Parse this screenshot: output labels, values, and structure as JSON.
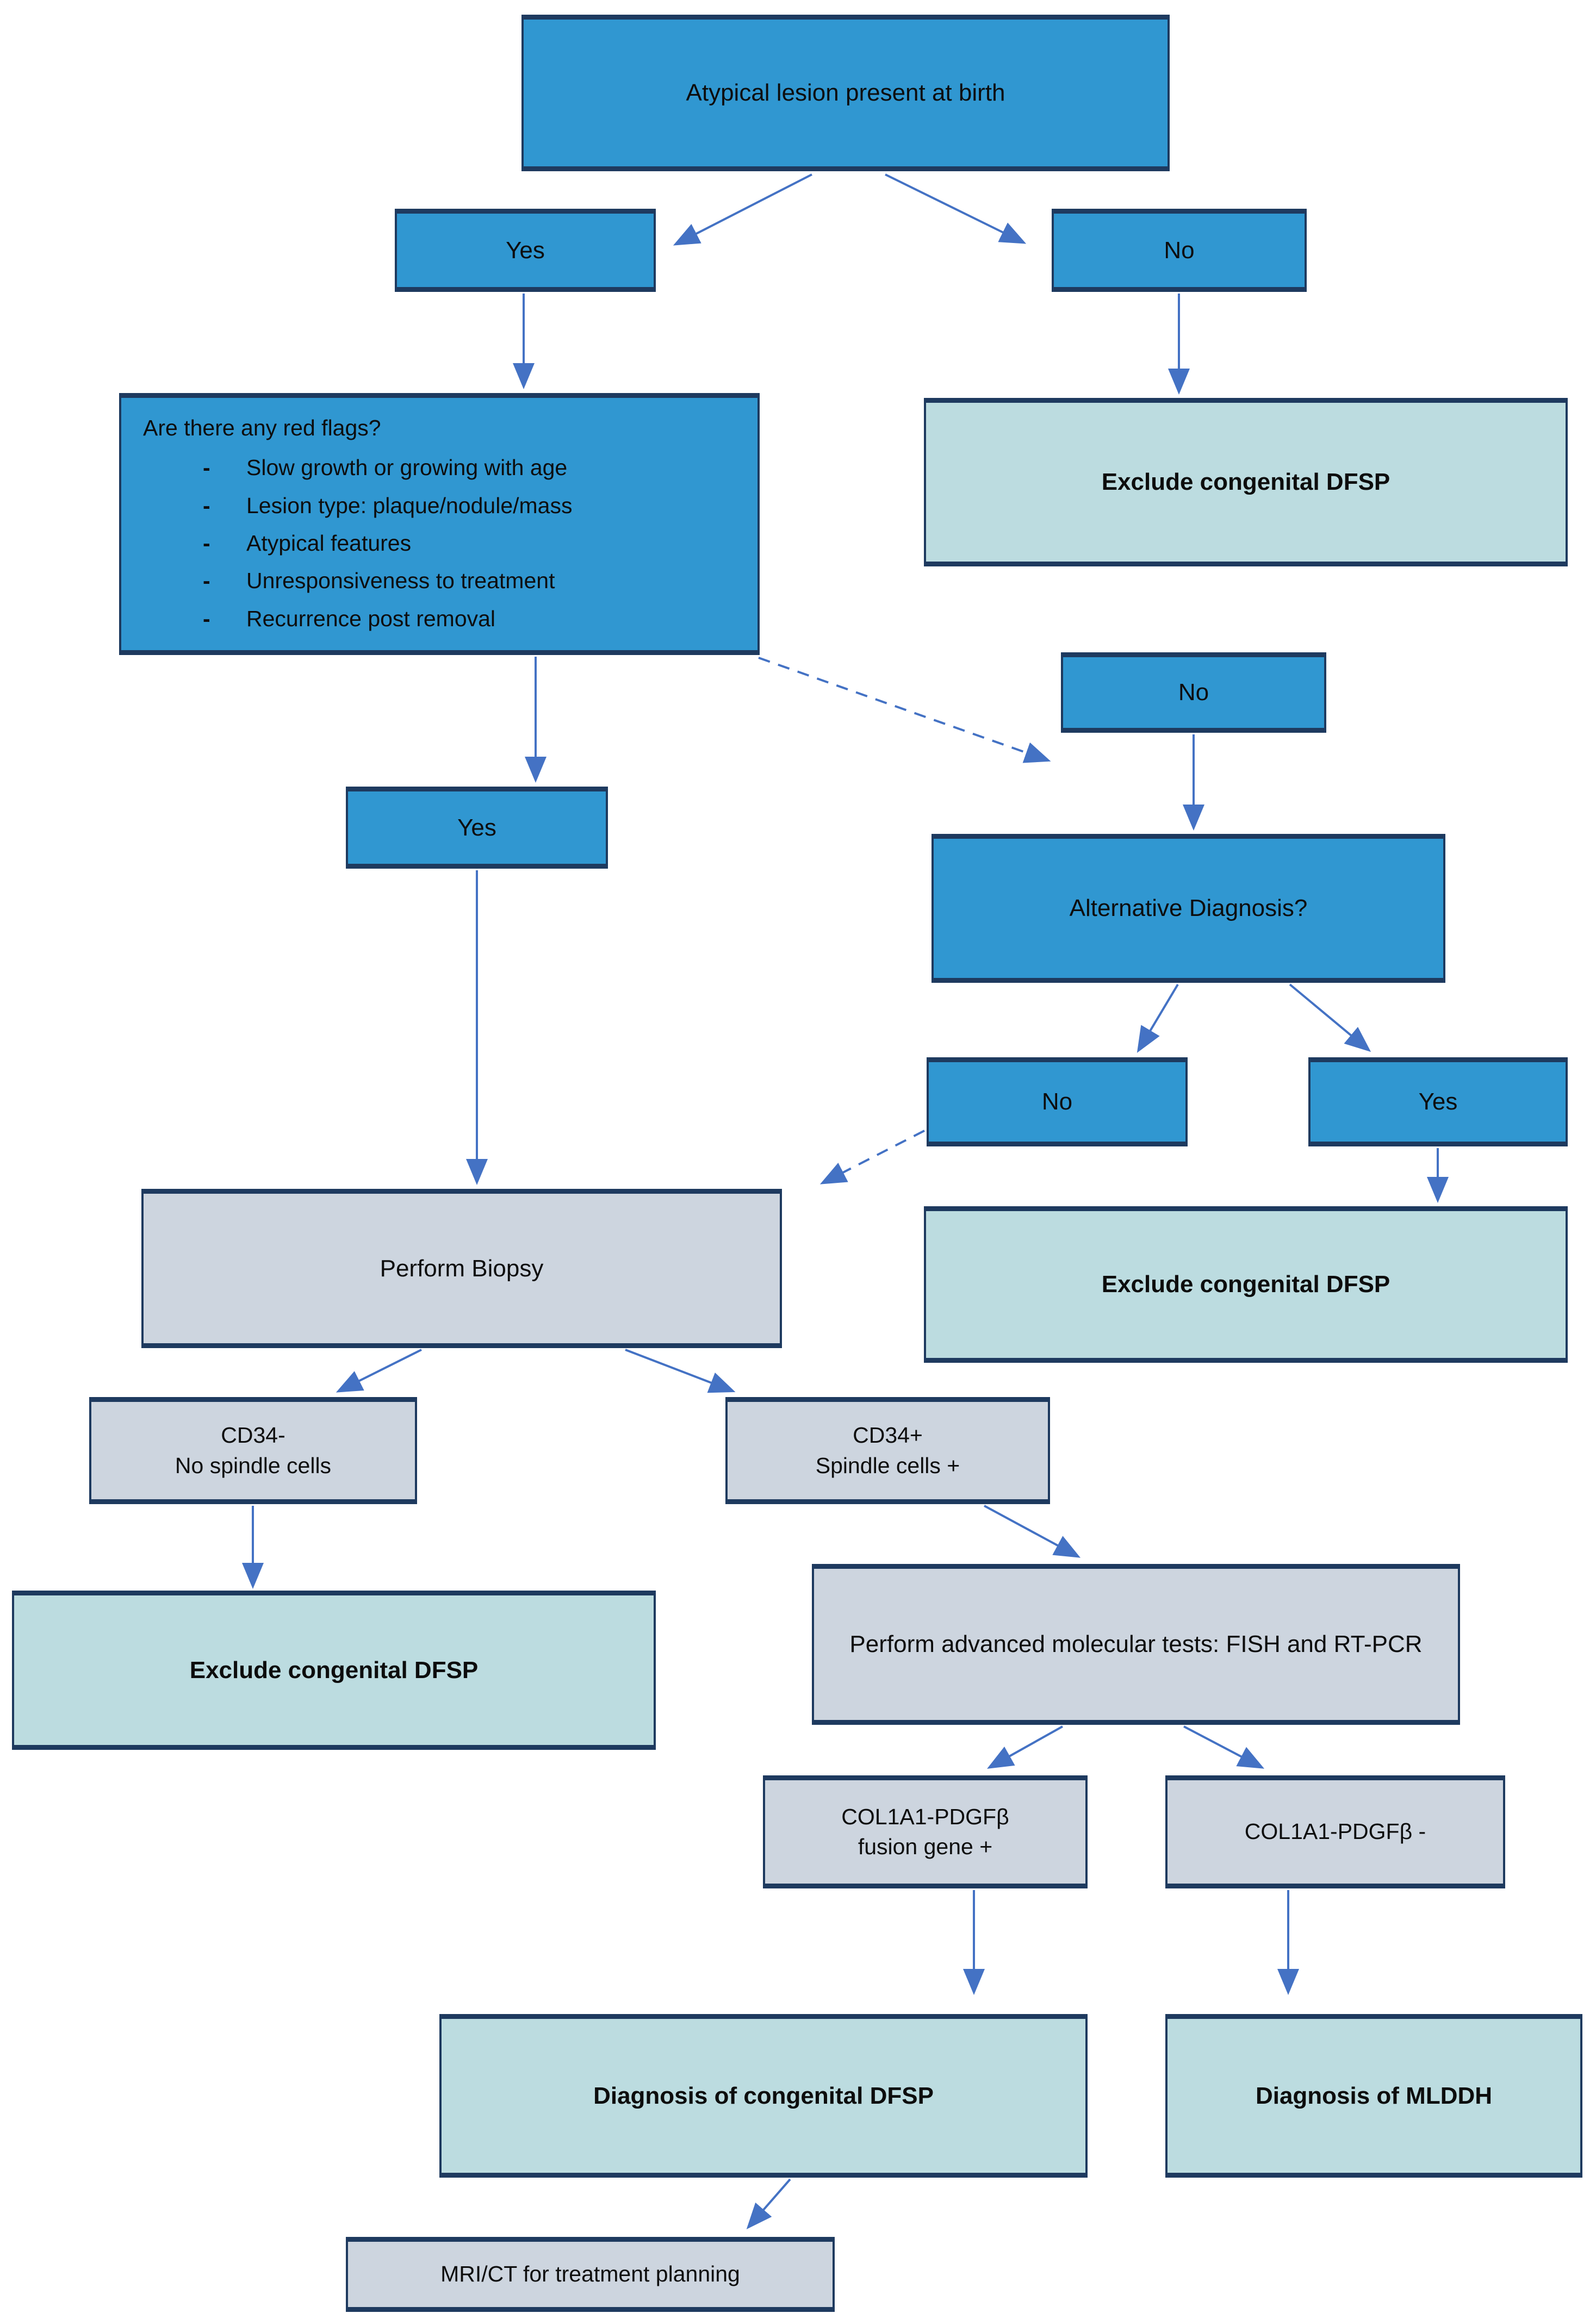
{
  "colors": {
    "decision_blue": "#3097d1",
    "outcome_teal": "#bcdce0",
    "process_gray": "#cdd5df",
    "border_navy": "#1e3a5f",
    "arrow_blue": "#4472c4",
    "text": "#0d0d0d"
  },
  "nodes": {
    "start": {
      "label": "Atypical lesion present at birth"
    },
    "yes1": {
      "label": "Yes"
    },
    "no1": {
      "label": "No"
    },
    "redflags": {
      "title": "Are there any red flags?",
      "bullet": "-",
      "items": [
        "Slow growth or growing with age",
        "Lesion type: plaque/nodule/mass",
        "Atypical features",
        "Unresponsiveness to treatment",
        "Recurrence post removal"
      ]
    },
    "exclude1": {
      "label": "Exclude congenital DFSP"
    },
    "no2": {
      "label": "No"
    },
    "yes2": {
      "label": "Yes"
    },
    "altdiag": {
      "label": "Alternative Diagnosis?"
    },
    "no3": {
      "label": "No"
    },
    "yes3": {
      "label": "Yes"
    },
    "biopsy": {
      "label": "Perform Biopsy"
    },
    "exclude2": {
      "label": "Exclude congenital DFSP"
    },
    "cd34neg": {
      "line1": "CD34-",
      "line2": "No spindle cells"
    },
    "cd34pos": {
      "line1": "CD34+",
      "line2": "Spindle cells +"
    },
    "exclude3": {
      "label": "Exclude congenital DFSP"
    },
    "moltests": {
      "label": "Perform advanced molecular tests: FISH and RT-PCR"
    },
    "col1a1pos": {
      "line1": "COL1A1-PDGFβ",
      "line2": "fusion gene +"
    },
    "col1a1neg": {
      "label": "COL1A1-PDGFβ -"
    },
    "dxdfsp": {
      "label": "Diagnosis of congenital DFSP"
    },
    "dxmlddh": {
      "label": "Diagnosis of MLDDH"
    },
    "mrict": {
      "label": "MRI/CT for treatment planning"
    }
  }
}
